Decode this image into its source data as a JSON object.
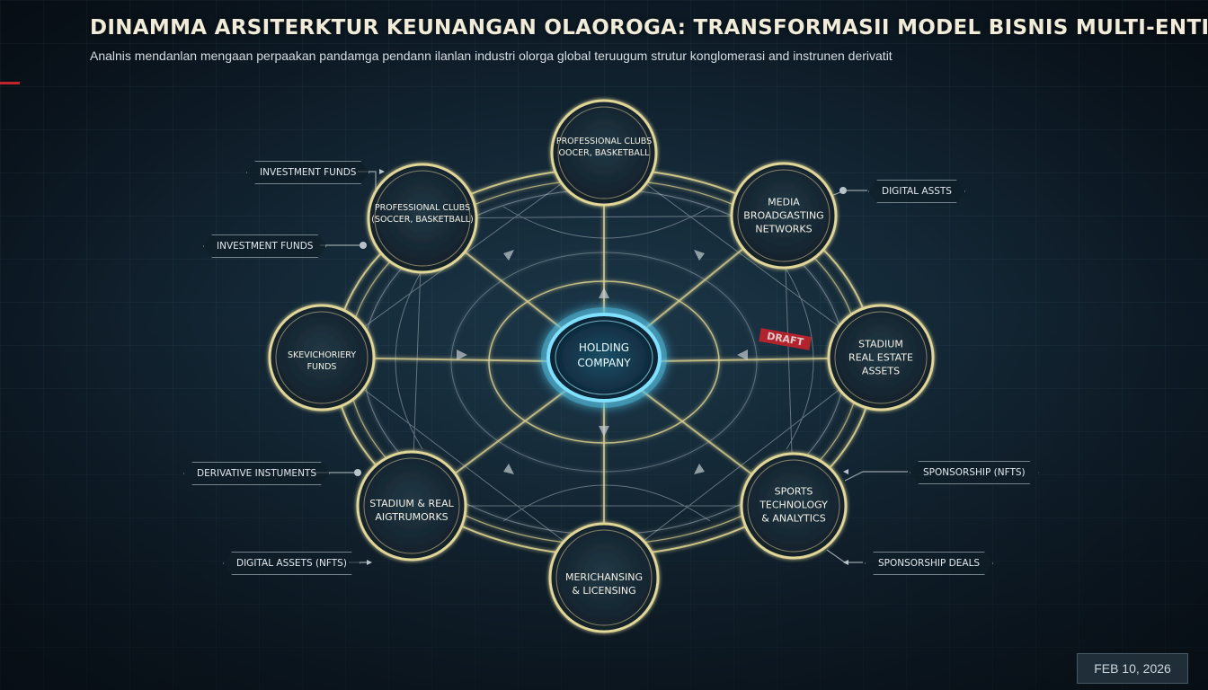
{
  "header": {
    "title": "DINAMMA ARSITERKTUR KEUNANGAN OLAOROGA: TRANSFORMASII MODEL BISNIS MULTI-ENTITAS",
    "subtitle": "Analnis mendanlan mengaan perpaakan pandamga pendann ilanlan industri olorga global teruugum strutur konglomerasi and instrunen derivatit"
  },
  "diagram": {
    "center": {
      "lines": [
        "HOLDING",
        "COMPANY"
      ]
    },
    "nodes": [
      {
        "id": "top",
        "lines": [
          "PROFESSIONAL CLUBS",
          "OOCER, BASKETBALL"
        ]
      },
      {
        "id": "upper-left",
        "lines": [
          "PROFESSIONAL CLUBS",
          "(SOCCER, BASKETBALL)"
        ]
      },
      {
        "id": "upper-right",
        "lines": [
          "MEDIA",
          "BROADGASTING",
          "NETWORKS"
        ]
      },
      {
        "id": "left",
        "lines": [
          "SKEVICHORIERY",
          "FUNDS"
        ]
      },
      {
        "id": "right",
        "lines": [
          "STADIUM",
          "REAL ESTATE",
          "ASSETS"
        ]
      },
      {
        "id": "lower-left",
        "lines": [
          "STADIUM & REAL",
          "AIGTRUMORKS"
        ]
      },
      {
        "id": "lower-right",
        "lines": [
          "SPORTS",
          "TECHNOLOGY",
          "& ANALYTICS"
        ]
      },
      {
        "id": "bottom",
        "lines": [
          "MERICHANSING",
          "& LICENSING"
        ]
      }
    ],
    "callouts": [
      {
        "id": "investment-funds-1",
        "label": "INVESTMENT FUNDS"
      },
      {
        "id": "investment-funds-2",
        "label": "INVESTMENT FUNDS"
      },
      {
        "id": "digital-assts",
        "label": "DIGITAL ASSTS"
      },
      {
        "id": "derivative-instuments",
        "label": "DERIVATIVE INSTUMENTS"
      },
      {
        "id": "digital-assets-nfts",
        "label": "DIGITAL ASSETS (NFTS)"
      },
      {
        "id": "sponsorship-nfts",
        "label": "SPONSORSHIP (NFTS)"
      },
      {
        "id": "sponsorship-deals",
        "label": "SPONSORSHIP DEALS"
      }
    ],
    "stamp": "DRAFT"
  },
  "footer": {
    "date": "FEB 10, 2026"
  },
  "colors": {
    "ring": "#d9cf8f",
    "center_glow": "#49c9f0",
    "node_fill": "#172a36",
    "accent_red": "#c0232c"
  }
}
